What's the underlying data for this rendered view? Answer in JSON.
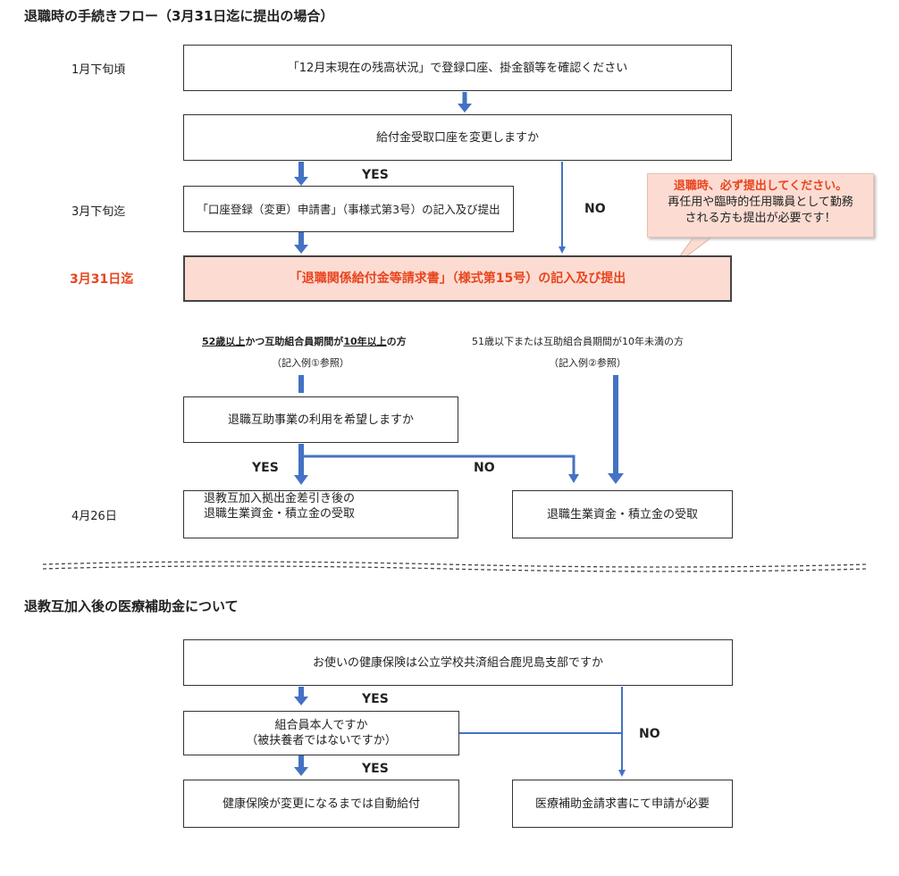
{
  "section1": {
    "title": "退職時の手続きフロー（3月31日迄に提出の場合）",
    "labels": {
      "late_jan": "1月下旬頃",
      "late_mar": "3月下旬迄",
      "mar31": "3月31日迄",
      "apr26": "4月26日"
    },
    "box_balance": "「12月末現在の残高状況」で登録口座、掛金額等を確認ください",
    "box_change_account": "給付金受取口座を変更しますか",
    "box_registration": "「口座登録（変更）申請書」（事様式第3号）の記入及び提出",
    "box_claim": "「退職関係給付金等請求書」（様式第15号）の記入及び提出",
    "yes": "YES",
    "no": "NO",
    "callout": {
      "line1": "退職時、必ず提出してください。",
      "line2": "再任用や臨時的任用職員として勤務",
      "line3": "される方も提出が必要です！"
    },
    "branch_left": {
      "cond_prefix": "52歳以上",
      "cond_mid": "かつ互助組合員期間が",
      "cond_underline": "10年以上",
      "cond_suffix": "の方",
      "note": "（記入例①参照）"
    },
    "branch_right": {
      "cond": "51歳以下または互助組合員期間が10年未満の方",
      "note": "（記入例②参照）"
    },
    "box_use_service": "退職互助事業の利用を希望しますか",
    "box_receive_after_line1": "退教互加入拠出金差引き後の",
    "box_receive_after_line2": "退職生業資金・積立金の受取",
    "box_receive": "退職生業資金・積立金の受取"
  },
  "section2": {
    "title": "退教互加入後の医療補助金について",
    "box_insurance": "お使いの健康保険は公立学校共済組合鹿児島支部ですか",
    "box_member_line1": "組合員本人ですか",
    "box_member_line2": "（被扶養者ではないですか）",
    "box_auto": "健康保険が変更になるまでは自動給付",
    "box_apply": "医療補助金請求書にて申請が必要",
    "yes": "YES",
    "no": "NO"
  },
  "colors": {
    "arrow_blue": "#4472c4",
    "accent_red": "#e8441e",
    "highlight_fill": "#fcdcd2"
  }
}
